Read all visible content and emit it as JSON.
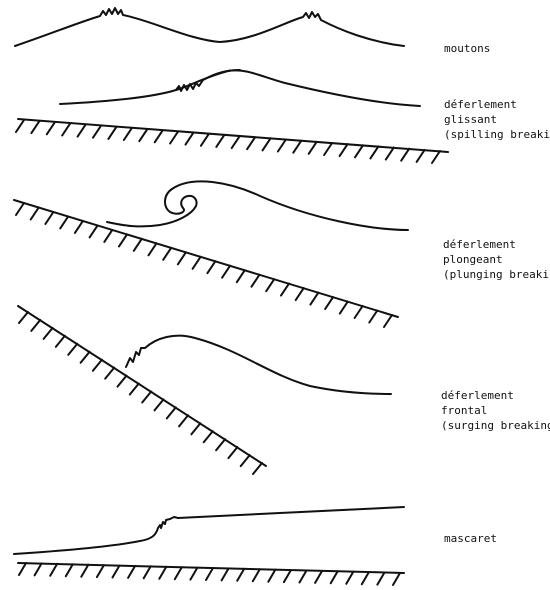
{
  "labels": {
    "moutons": "moutons",
    "spilling": [
      "déferlement",
      "glissant",
      "(spilling breaking)"
    ],
    "plunging": [
      "déferlement",
      "plongeant",
      "(plunging breaking)"
    ],
    "surging": [
      "déferlement",
      "frontal",
      "(surging breaking)"
    ],
    "mascaret": "mascaret"
  },
  "colors": {
    "ink": "#111111",
    "background": "#ffffff"
  }
}
